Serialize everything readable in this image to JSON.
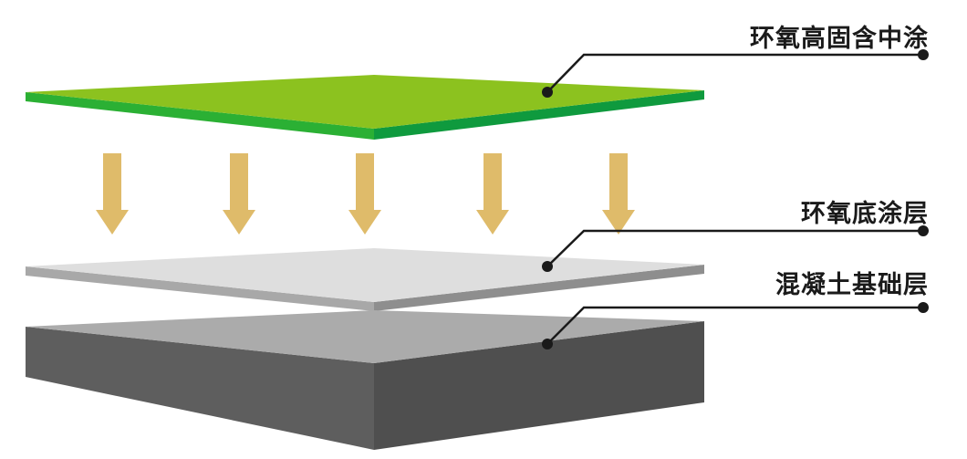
{
  "layers": [
    {
      "label": "环氧高固含中涂",
      "color": "#8cc21f",
      "edge_color": "#1faa3a"
    },
    {
      "label": "环氧底涂层",
      "color": "#dcdcdc",
      "edge_color": "#9a9a9a"
    },
    {
      "label": "混凝土基础层",
      "color": "#a9a9a9",
      "edge_color": "#555555"
    }
  ],
  "arrow_color": "#dfbb6a",
  "arrow_count": 5
}
